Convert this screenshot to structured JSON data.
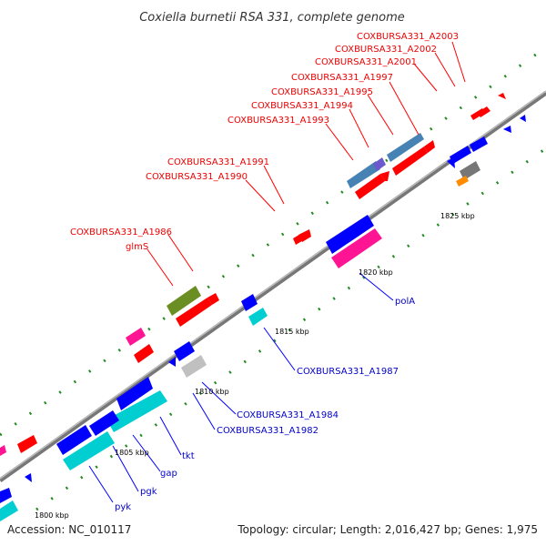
{
  "title": "Coxiella burnetii RSA 331, complete genome",
  "footer": {
    "accession": "Accession: NC_010117",
    "summary": "Topology: circular; Length: 2,016,427 bp; Genes: 1,975"
  },
  "colors": {
    "red_label": "#ee0000",
    "blue_label": "#0000cc",
    "backbone": "#888888",
    "tick_dots": "#228b22"
  },
  "ticks": [
    "1800 kbp",
    "1805 kbp",
    "1810 kbp",
    "1815 kbp",
    "1820 kbp",
    "1825 kbp"
  ],
  "red_labels": [
    "COXBURSA331_A2003",
    "COXBURSA331_A2002",
    "COXBURSA331_A2001",
    "COXBURSA331_A1997",
    "COXBURSA331_A1995",
    "COXBURSA331_A1994",
    "COXBURSA331_A1993",
    "COXBURSA331_A1991",
    "COXBURSA331_A1990",
    "COXBURSA331_A1986",
    "glmS"
  ],
  "blue_labels": [
    "polA",
    "COXBURSA331_A1987",
    "COXBURSA331_A1984",
    "COXBURSA331_A1982",
    "tkt",
    "gap",
    "pgk",
    "pyk"
  ]
}
